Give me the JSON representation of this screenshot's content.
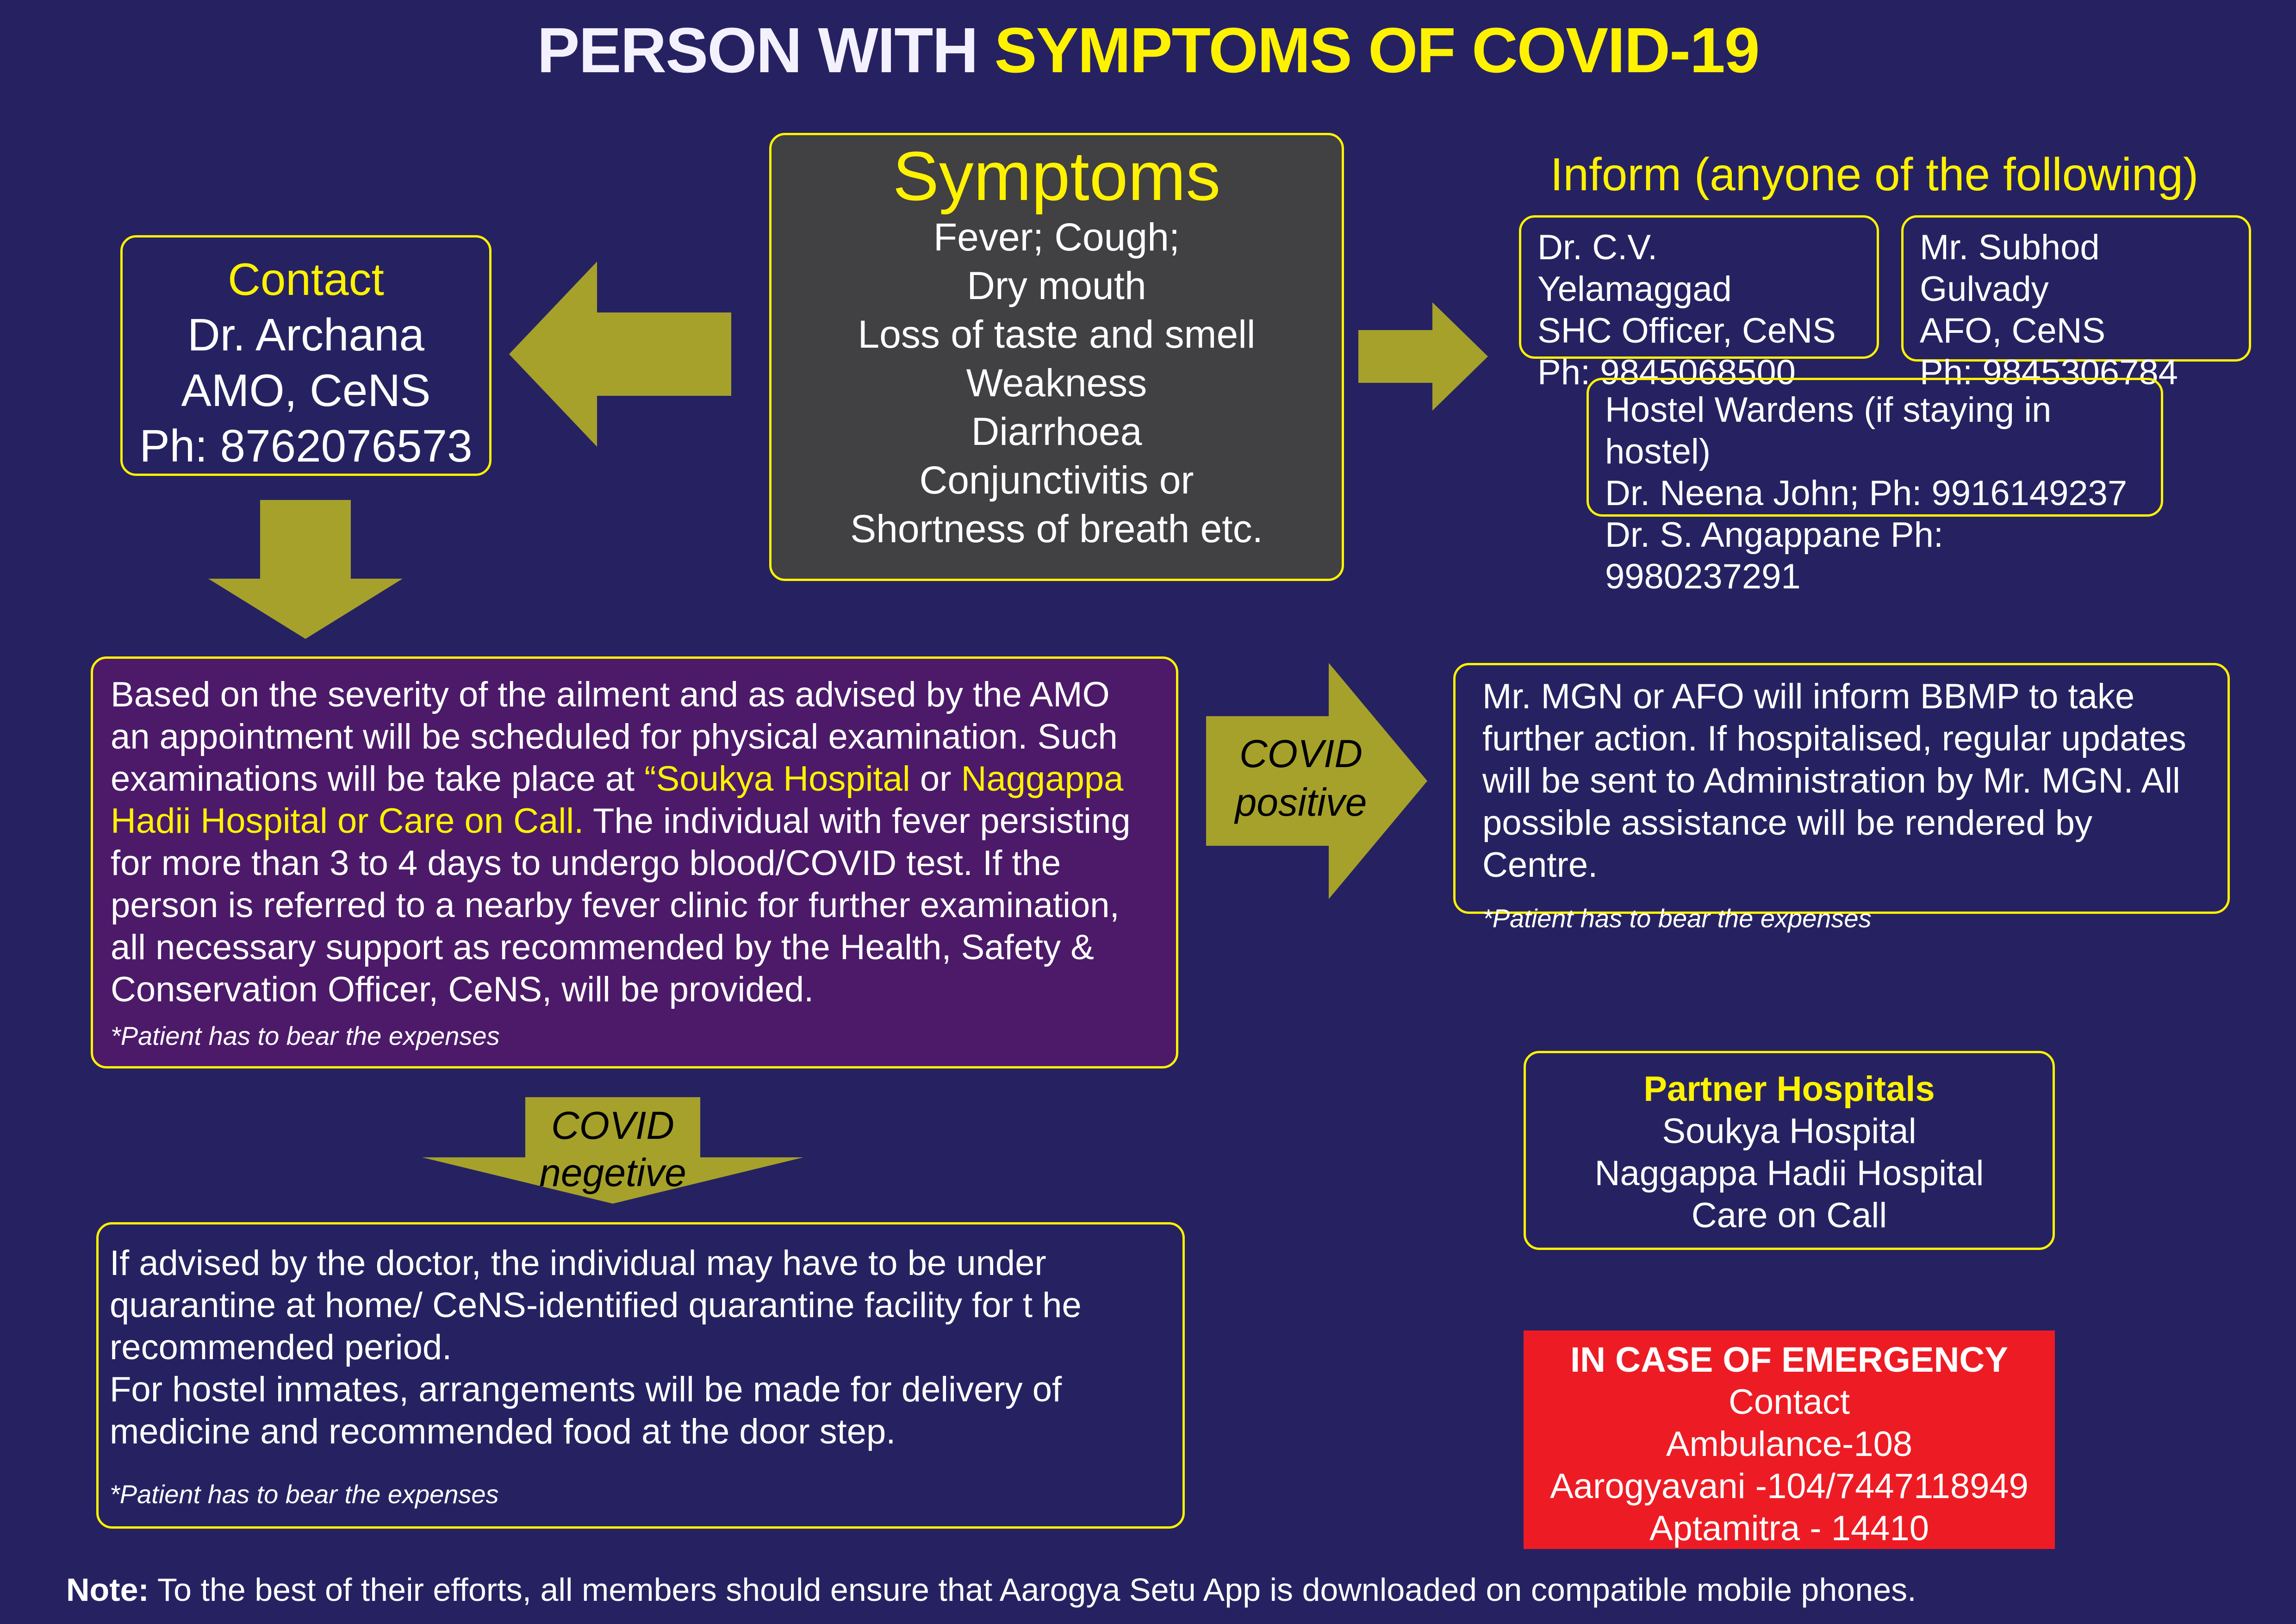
{
  "title": {
    "part1": "PERSON WITH ",
    "part2": "SYMPTOMS OF COVID-19"
  },
  "symptoms": {
    "title": "Symptoms",
    "lines": [
      "Fever; Cough;",
      "Dry mouth",
      "Loss of taste and smell",
      "Weakness",
      "Diarrhoea",
      "Conjunctivitis or",
      "Shortness of breath etc."
    ]
  },
  "contact": {
    "title": "Contact",
    "lines": [
      "Dr. Archana",
      "AMO, CeNS",
      "Ph: 8762076573"
    ]
  },
  "inform": {
    "title": "Inform (anyone of the following)",
    "yelamaggad": [
      "Dr. C.V. Yelamaggad",
      "SHC Officer, CeNS",
      "Ph: 9845068500"
    ],
    "subhod": [
      "Mr. Subhod Gulvady",
      "AFO, CeNS",
      "Ph: 9845306784"
    ],
    "wardens": [
      "Hostel Wardens (if staying in hostel)",
      "Dr. Neena John; Ph: 9916149237",
      "Dr. S. Angappane Ph: 9980237291"
    ]
  },
  "severity": {
    "text1": "Based on the severity of the ailment and as advised by the AMO an appointment will be scheduled for physical examination. Such examinations will be take place at ",
    "hosp1": "“Soukya Hospital",
    "or": " or ",
    "hosp2": "Naggappa Hadii Hospital or Care on Call.",
    "text2": " The individual with fever persisting for more than 3 to 4 days to undergo blood/COVID test. If the person is referred to a nearby fever clinic for further examination, all necessary support as recommended by the Health, Safety & Conservation Officer, CeNS, will be provided.",
    "note": "*Patient has to bear the expenses"
  },
  "positive": {
    "label_line1": "COVID",
    "label_line2": "positive",
    "text": "Mr. MGN or AFO will inform BBMP to take further action. If hospitalised, regular updates will be sent to Administration by Mr. MGN. All possible assistance will be rendered by Centre.",
    "note": "*Patient has to bear the expenses"
  },
  "negative": {
    "label_line1": "COVID",
    "label_line2": "negetive",
    "text1": "If advised by the doctor, the individual may have to be under quarantine at home/ CeNS-identified quarantine facility for t he recommended period.",
    "text2": "For hostel inmates, arrangements will be made for delivery of medicine and recommended food at the door step.",
    "note": "*Patient has to bear the expenses"
  },
  "partners": {
    "title": "Partner Hospitals",
    "items": [
      "Soukya Hospital",
      "Naggappa Hadii Hospital",
      "Care on Call"
    ]
  },
  "emergency": {
    "title": "IN CASE OF EMERGENCY",
    "lines": [
      "Contact",
      "Ambulance-108",
      "Aarogyavani -104/7447118949",
      "Aptamitra - 14410"
    ]
  },
  "footer": {
    "label": "Note:",
    "text": " To the best of their efforts, all members should ensure that Aarogya Setu App is downloaded on compatible mobile phones."
  },
  "colors": {
    "background": "#262262",
    "accent": "#fff200",
    "symptoms_bg": "#414042",
    "severity_bg": "#4d1a6a",
    "emergency_bg": "#ed1c24",
    "arrow": "#a6a12a"
  }
}
